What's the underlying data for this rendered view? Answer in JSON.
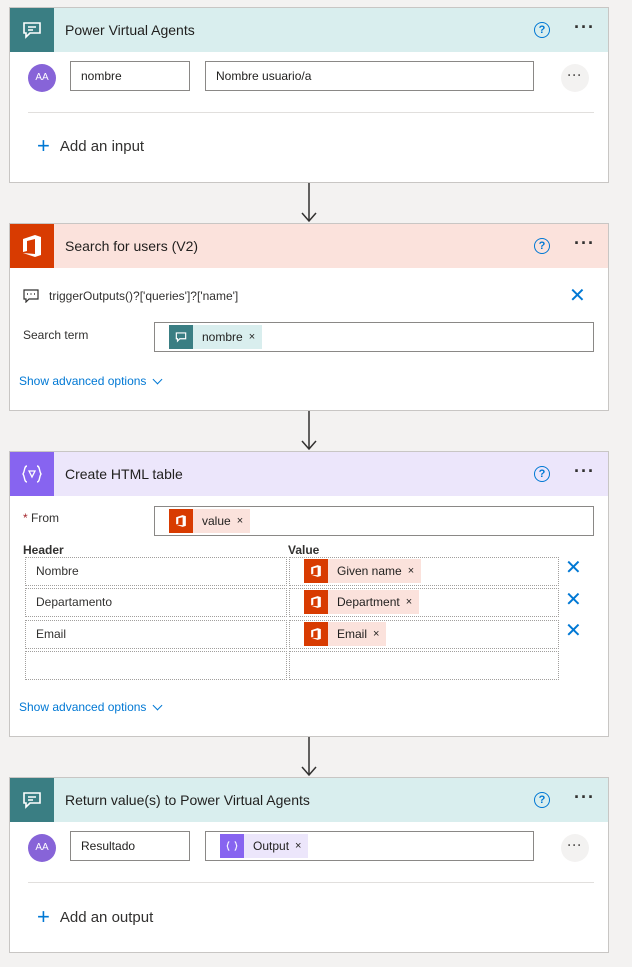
{
  "pva_trigger": {
    "title": "Power Virtual Agents",
    "avatar": "AA",
    "input_name": "nombre",
    "input_desc": "Nombre usuario/a",
    "add_input_label": "Add an input"
  },
  "search_users": {
    "title": "Search for users (V2)",
    "expression": "triggerOutputs()?['queries']?['name']",
    "search_term_label": "Search term",
    "token_label": "nombre",
    "show_advanced": "Show advanced options"
  },
  "html_table": {
    "title": "Create HTML table",
    "from_label": "From",
    "from_token": "value",
    "header_col": "Header",
    "value_col": "Value",
    "rows": [
      {
        "header": "Nombre",
        "value": "Given name"
      },
      {
        "header": "Departamento",
        "value": "Department"
      },
      {
        "header": "Email",
        "value": "Email"
      }
    ],
    "show_advanced": "Show advanced options"
  },
  "return_values": {
    "title": "Return value(s) to Power Virtual Agents",
    "avatar": "AA",
    "output_name": "Resultado",
    "output_token": "Output",
    "add_output_label": "Add an output"
  },
  "icons": {
    "help": "?",
    "more": "···",
    "remove_token": "×",
    "delete": "✕",
    "add": "+"
  },
  "colors": {
    "pva_accent": "#3a7e83",
    "office_accent": "#d83b01",
    "html_accent": "#8764f0",
    "link_blue": "#0078d4"
  }
}
